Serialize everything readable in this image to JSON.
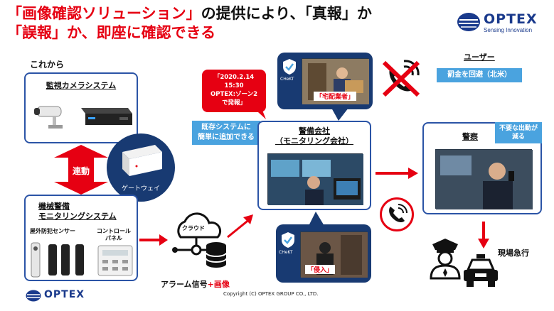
{
  "title": {
    "line1_red": "「画像確認ソリューション」",
    "line1_black": "の提供により、「真報」か",
    "line2": "「誤報」か、即座に確認できる"
  },
  "brand": {
    "logo_text": "OPTEX",
    "tagline": "Sensing Innovation",
    "color": "#1a3a8c"
  },
  "left": {
    "section_label": "これから",
    "camera_panel_title": "監視カメラシステム",
    "link_label": "連動",
    "gateway_label": "ゲートウェイ",
    "security_panel_title_line1": "機械警備",
    "security_panel_title_line2": "モニタリングシステム",
    "sensor_label": "屋外防犯センサー",
    "control_label_line1": "コントロール",
    "control_label_line2": "パネル"
  },
  "cloud": {
    "cloud_label": "クラウド",
    "signal_label": "アラーム信号",
    "signal_plus": "+画像"
  },
  "center": {
    "alert_line1": "「2020.2.14",
    "alert_line2": "15:30",
    "alert_line3": "OPTEX:ゾーン2",
    "alert_line4": "で発報」",
    "integration_line1": "既存システムに",
    "integration_line2": "簡単に追加できる",
    "company_title_line1": "警備会社",
    "company_title_line2": "（モニタリング会社）",
    "delivery_caption": "「宅配業者」",
    "intruder_caption": "「侵入」",
    "checkt_label": "CHeKT"
  },
  "right": {
    "user_label": "ユーザー",
    "fine_avoid": "罰金を回避（北米）",
    "police_label": "警察",
    "dispatch_line1": "不要な出動が",
    "dispatch_line2": "減る",
    "rush_label": "現場急行"
  },
  "footer": {
    "logo_text": "OPTEX",
    "copyright": "Copyright (C) OPTEX GROUP CO., LTD."
  },
  "colors": {
    "accent_red": "#e60012",
    "panel_blue": "#2b54a6",
    "navy": "#183a72",
    "sky": "#4aa3df"
  }
}
